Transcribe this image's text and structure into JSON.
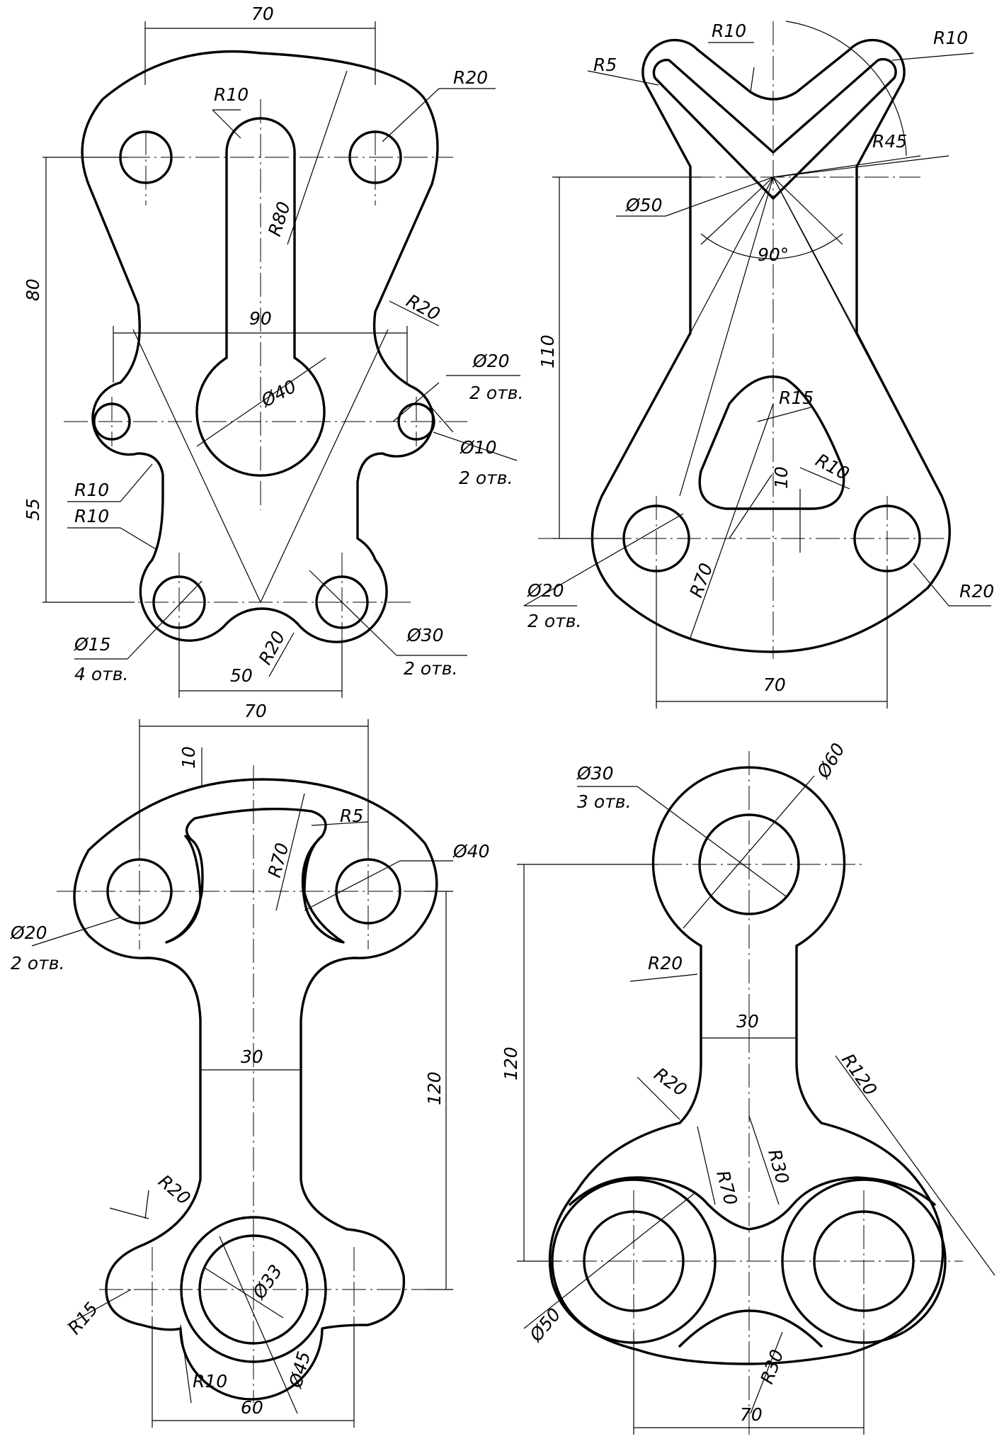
{
  "drawings": [
    {
      "id": "top-left",
      "labels": [
        "70",
        "R10",
        "R20",
        "R80",
        "80",
        "R20",
        "90",
        "Ø40",
        "Ø20",
        "2 отв.",
        "Ø10",
        "2 отв.",
        "R10",
        "R10",
        "55",
        "Ø15",
        "4 отв.",
        "R20",
        "50",
        "Ø30",
        "2 отв."
      ]
    },
    {
      "id": "top-right",
      "labels": [
        "R10",
        "R10",
        "R5",
        "R45",
        "Ø50",
        "90°",
        "110",
        "R15",
        "R10",
        "10",
        "Ø20",
        "2 отв.",
        "R70",
        "R20",
        "70"
      ]
    },
    {
      "id": "bottom-left",
      "labels": [
        "70",
        "10",
        "R5",
        "R70",
        "Ø40",
        "Ø20",
        "2 отв.",
        "30",
        "120",
        "R20",
        "Ø33",
        "R15",
        "R10",
        "60",
        "Ø45"
      ]
    },
    {
      "id": "bottom-right",
      "labels": [
        "Ø30",
        "3 отв.",
        "Ø60",
        "R20",
        "30",
        "120",
        "R120",
        "R20",
        "R30",
        "R70",
        "Ø50",
        "R30",
        "70"
      ]
    }
  ]
}
